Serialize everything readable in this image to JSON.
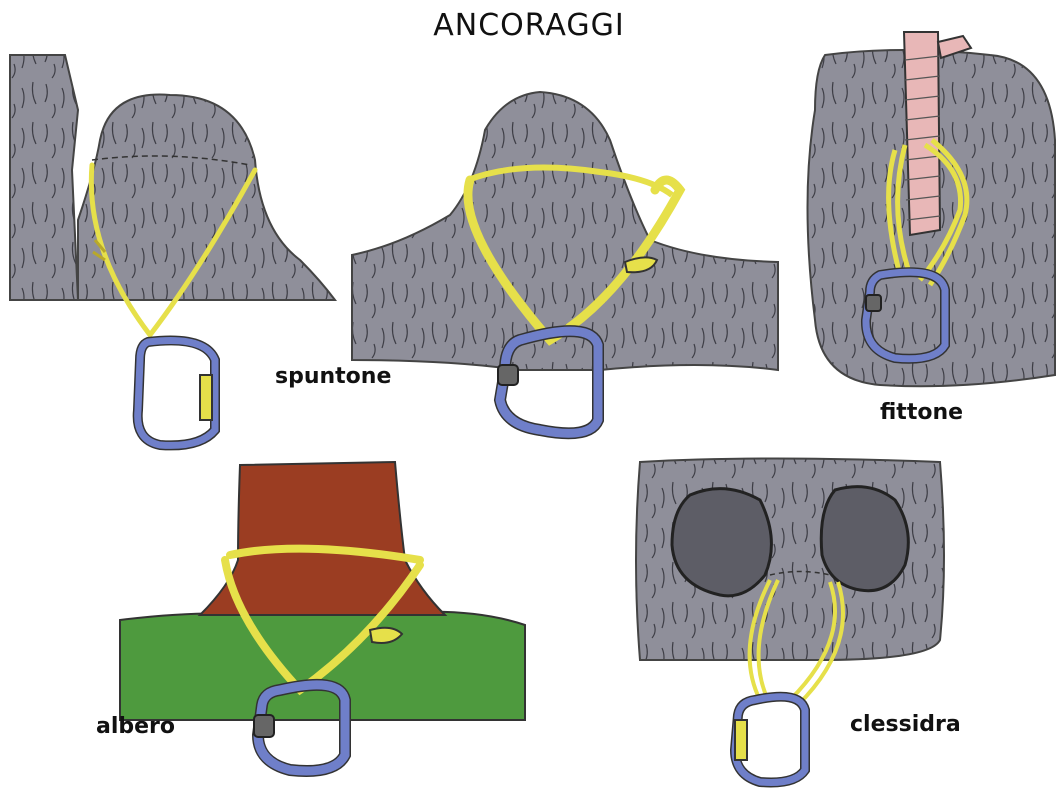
{
  "title": "ANCORAGGI",
  "labels": {
    "spuntone": "spuntone",
    "fittone": "fittone",
    "albero": "albero",
    "clessidra": "clessidra"
  },
  "colors": {
    "rock": "#8f8f9a",
    "rock_dark": "#5d5d66",
    "sling": "#e6e04a",
    "carabiner": "#6f7fc9",
    "carabiner_gate": "#e6e04a",
    "tree": "#9b3d22",
    "grass": "#4e9a3e",
    "piton": "#e8b7b7"
  }
}
